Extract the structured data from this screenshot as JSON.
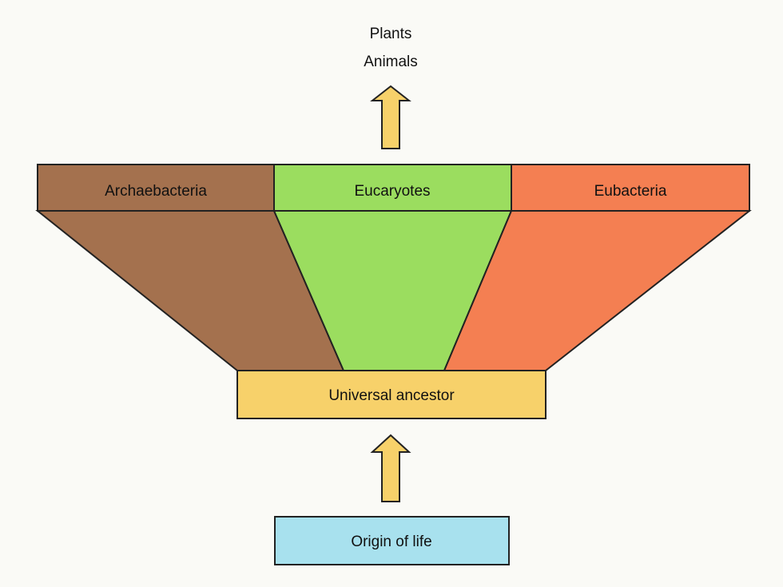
{
  "top_labels": {
    "plants": "Plants",
    "animals": "Animals"
  },
  "groups": {
    "archaebacteria": {
      "label": "Archaebacteria",
      "color": "#a4714e"
    },
    "eucaryotes": {
      "label": "Eucaryotes",
      "color": "#9bdd5f"
    },
    "eubacteria": {
      "label": "Eubacteria",
      "color": "#f47f52"
    }
  },
  "universal_ancestor": {
    "label": "Universal ancestor",
    "color": "#f7d16a"
  },
  "origin_of_life": {
    "label": "Origin of life",
    "color": "#a8e1ee"
  },
  "arrow_color": "#f7d16a",
  "stroke_color": "#222222",
  "background_color": "#fafaf6"
}
